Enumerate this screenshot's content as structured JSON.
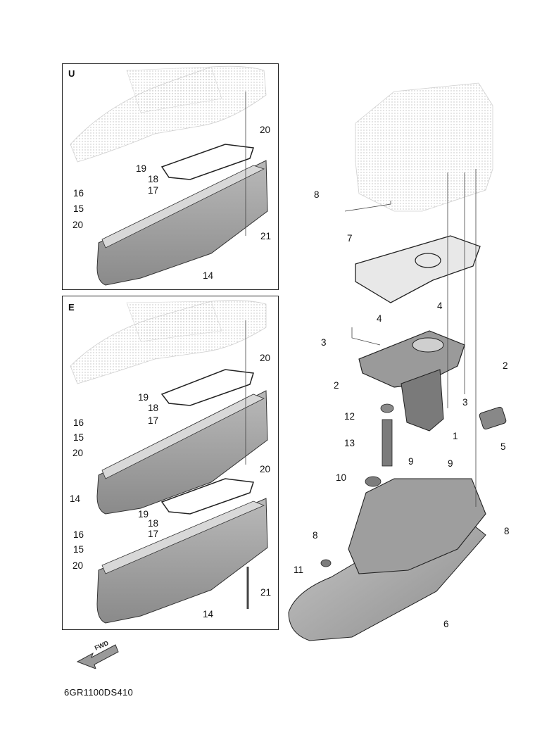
{
  "panels": [
    {
      "id": "U",
      "letter": "U"
    },
    {
      "id": "E",
      "letter": "E"
    }
  ],
  "callouts": {
    "u": [
      "20",
      "19",
      "18",
      "17",
      "16",
      "15",
      "20",
      "21",
      "14"
    ],
    "e": [
      "20",
      "19",
      "18",
      "17",
      "16",
      "15",
      "20",
      "14",
      "20",
      "19",
      "18",
      "17",
      "16",
      "15",
      "20",
      "21",
      "14"
    ],
    "main": [
      "8",
      "7",
      "4",
      "4",
      "3",
      "2",
      "2",
      "3",
      "12",
      "1",
      "5",
      "13",
      "10",
      "9",
      "9",
      "8",
      "8",
      "11",
      "6"
    ]
  },
  "fwd_label": "FWD",
  "diagram_code": "6GR1100DS410"
}
